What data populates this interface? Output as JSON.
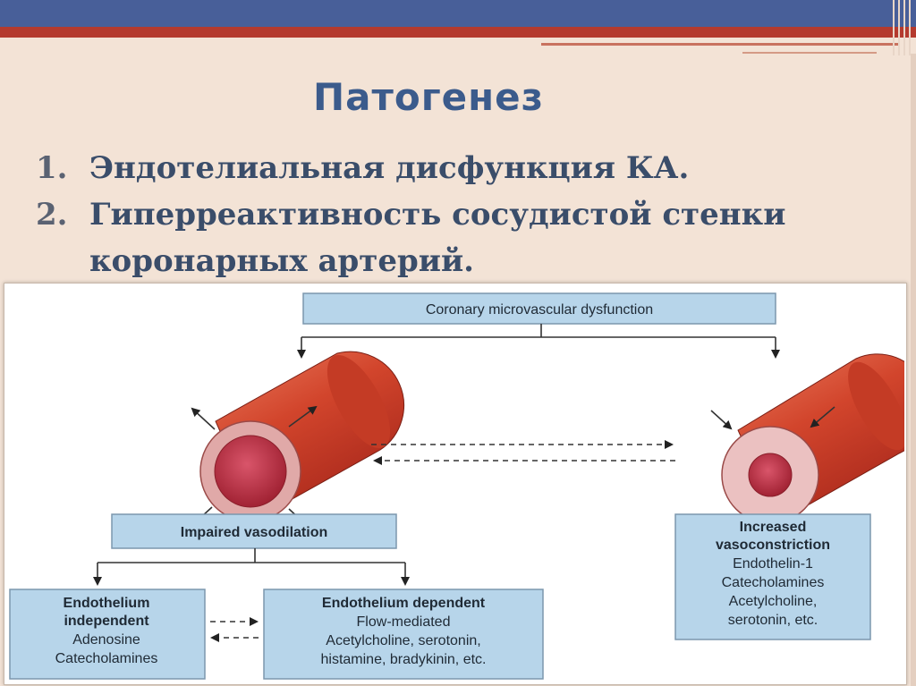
{
  "slide": {
    "title": "Патогенез",
    "items": [
      {
        "num": "1.",
        "text": "Эндотелиальная дисфункция КА."
      },
      {
        "num": "2.",
        "text": "Гиперреактивность сосудистой стенки коронарных артерий."
      }
    ]
  },
  "diagram": {
    "top_box": "Coronary microvascular dysfunction",
    "impaired_box": "Impaired vasodilation",
    "independent_box": [
      "Endothelium",
      "independent",
      "Adenosine",
      "Catecholamines"
    ],
    "dependent_box": [
      "Endothelium dependent",
      "Flow-mediated",
      "Acetylcholine, serotonin,",
      "histamine, bradykinin, etc."
    ],
    "constriction_box": [
      "Increased",
      "vasoconstriction",
      "Endothelin-1",
      "Catecholamines",
      "Acetylcholine,",
      "serotonin, etc."
    ]
  }
}
